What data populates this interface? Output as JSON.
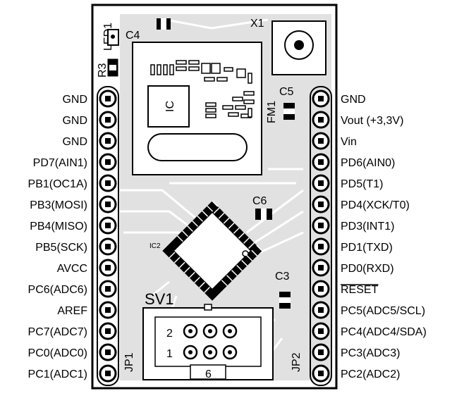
{
  "left_pins": [
    "GND",
    "GND",
    "GND",
    "PD7(AIN1)",
    "PB1(OC1A)",
    "PB3(MOSI)",
    "PB4(MISO)",
    "PB5(SCK)",
    "AVCC",
    "PC6(ADC6)",
    "AREF",
    "PC7(ADC7)",
    "PC0(ADC0)",
    "PC1(ADC1)"
  ],
  "right_pins": [
    "GND",
    "Vout (+3,3V)",
    "Vin",
    "PD6(AIN0)",
    "PD5(T1)",
    "PD4(XCK/T0)",
    "PD3(INT1)",
    "PD1(TXD)",
    "PD0(RXD)",
    "RESET",
    "PC5(ADC5/SCL)",
    "PC4(ADC4/SDA)",
    "PC3(ADC3)",
    "PC2(ADC2)"
  ],
  "overlined_right_pin_index": 9,
  "refdes": {
    "led1": "LED1",
    "c4": "C4",
    "r3": "R3",
    "x1": "X1",
    "fm1": "FM1",
    "c5": "C5",
    "ic": "IC",
    "c6": "C6",
    "ic2": "IC2",
    "c3": "C3",
    "sv1": "SV1",
    "jp1": "JP1",
    "jp2": "JP2",
    "sv1_pin2": "2",
    "sv1_pin1": "1",
    "sv1_pin6": "6"
  },
  "colors": {
    "board": "#c8c8c8",
    "silk": "#000000",
    "copper": "#ffffff",
    "pad": "#000000"
  }
}
